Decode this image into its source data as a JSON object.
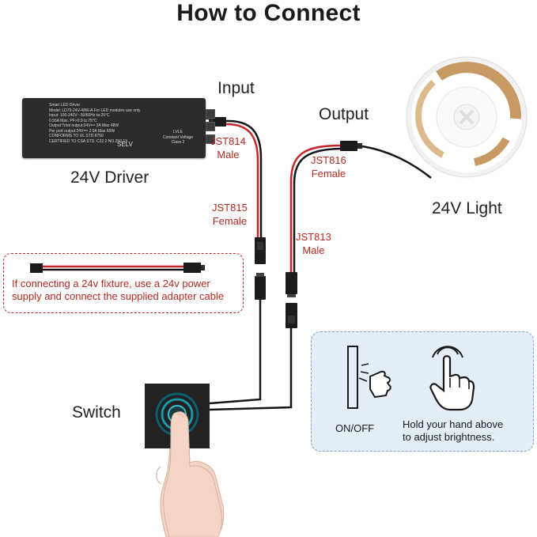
{
  "title": "How to Connect",
  "labels": {
    "input": "Input",
    "output": "Output",
    "driver": "24V Driver",
    "light": "24V Light",
    "switch": "Switch"
  },
  "connectors": {
    "jst814": [
      "JST814",
      "Male"
    ],
    "jst815": [
      "JST815",
      "Female"
    ],
    "jst816": [
      "JST816",
      "Female"
    ],
    "jst813": [
      "JST813",
      "Male"
    ]
  },
  "driver_label": {
    "lines": [
      "Smart LED Driver",
      "Model: LD70-24V-48W-A  For LED modules use only",
      "Input: 100-240V~  50/60Hz    ta:25°C",
      "0.55A Max.  PF>0.9            tc:75°C",
      "Output:Total output:24V== 2A  Max 48W",
      "Per port output:24V== 2.5A  Max 60W",
      "CONFORMS TO UL STD.8750",
      "CERTIFIED TO CSA STD. C22.2 NO.250.13"
    ],
    "selv": "SELV",
    "lvle": "LVLE",
    "constant_voltage": "Constant Voltage",
    "class": "Class 2"
  },
  "adapter_note": {
    "line1": "If connecting a 24v fixture, use a 24v power",
    "line2": "supply and connect the supplied adapter cable"
  },
  "info": {
    "onoff": "ON/OFF",
    "hold_line1": "Hold your hand above",
    "hold_line2": "to adjust brightness."
  },
  "colors": {
    "red_label": "#b52a23",
    "wire_red": "#c8252b",
    "wire_black": "#151515",
    "info_bg": "#e3eef9",
    "info_border": "#7ea1c4"
  }
}
